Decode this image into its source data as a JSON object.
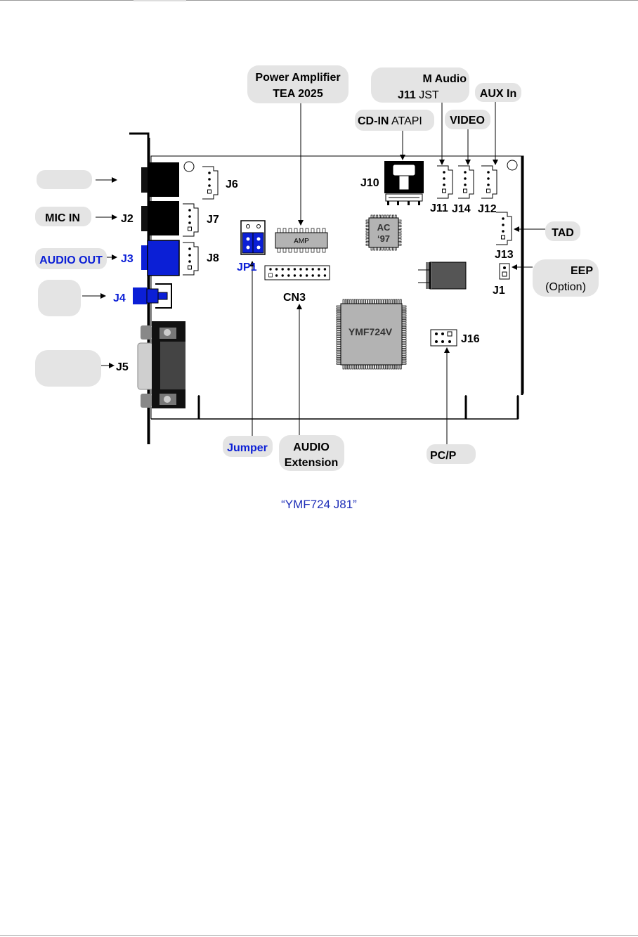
{
  "callouts": {
    "power_amplifier": {
      "line1": "Power Amplifier",
      "line2": "TEA 2025"
    },
    "m_audio": {
      "line1": "M Audio",
      "line2_bold": "J11",
      "line2_rest": " JST"
    },
    "aux_in": "AUX In",
    "cd_in": {
      "bold": "CD-IN",
      "rest": " ATAPI"
    },
    "video": "VIDEO",
    "tad": "TAD",
    "eep": {
      "line1": "EEP",
      "line2": "(Option)"
    },
    "mic_in": "MIC IN",
    "audio_out": "AUDIO OUT",
    "jumper": "Jumper",
    "audio_extension": {
      "line1": "AUDIO",
      "line2": "Extension"
    },
    "pcp": "PC/P"
  },
  "labels": {
    "j1": "J1",
    "j2": "J2",
    "j3": "J3",
    "j4": "J4",
    "j5": "J5",
    "j6": "J6",
    "j7": "J7",
    "j8": "J8",
    "j10": "J10",
    "j11": "J11",
    "j12": "J12",
    "j13": "J13",
    "j14": "J14",
    "j16": "J16",
    "jp1": "JP1",
    "cn3": "CN3"
  },
  "chips": {
    "amp": "AMP",
    "ac97_line1": "AC",
    "ac97_line2": "‘97",
    "ymf": "YMF724V"
  },
  "caption": "“YMF724 J81”",
  "colors": {
    "blue": "#0b1fd6",
    "callout_bg": "#e4e4e4",
    "chip_gray": "#b3b3b3",
    "dark_gray": "#555555"
  }
}
